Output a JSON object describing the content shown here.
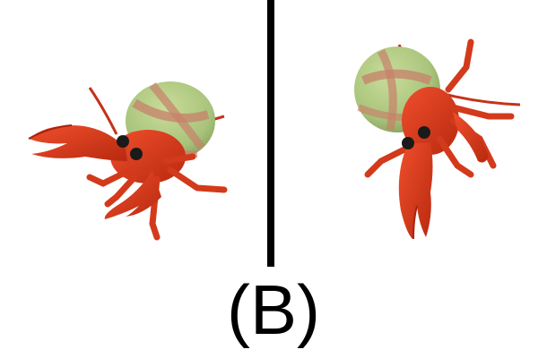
{
  "figure": {
    "caption": "(B)",
    "subjects": [
      {
        "name": "hermit-crab",
        "view": "left"
      },
      {
        "name": "hermit-crab",
        "view": "right"
      }
    ]
  },
  "colors": {
    "body": "#d9361a",
    "body_dark": "#a52410",
    "shell": "#a9c47c",
    "shell_band": "#c7806a",
    "eye": "#1a1a1a",
    "divider": "#000000"
  }
}
